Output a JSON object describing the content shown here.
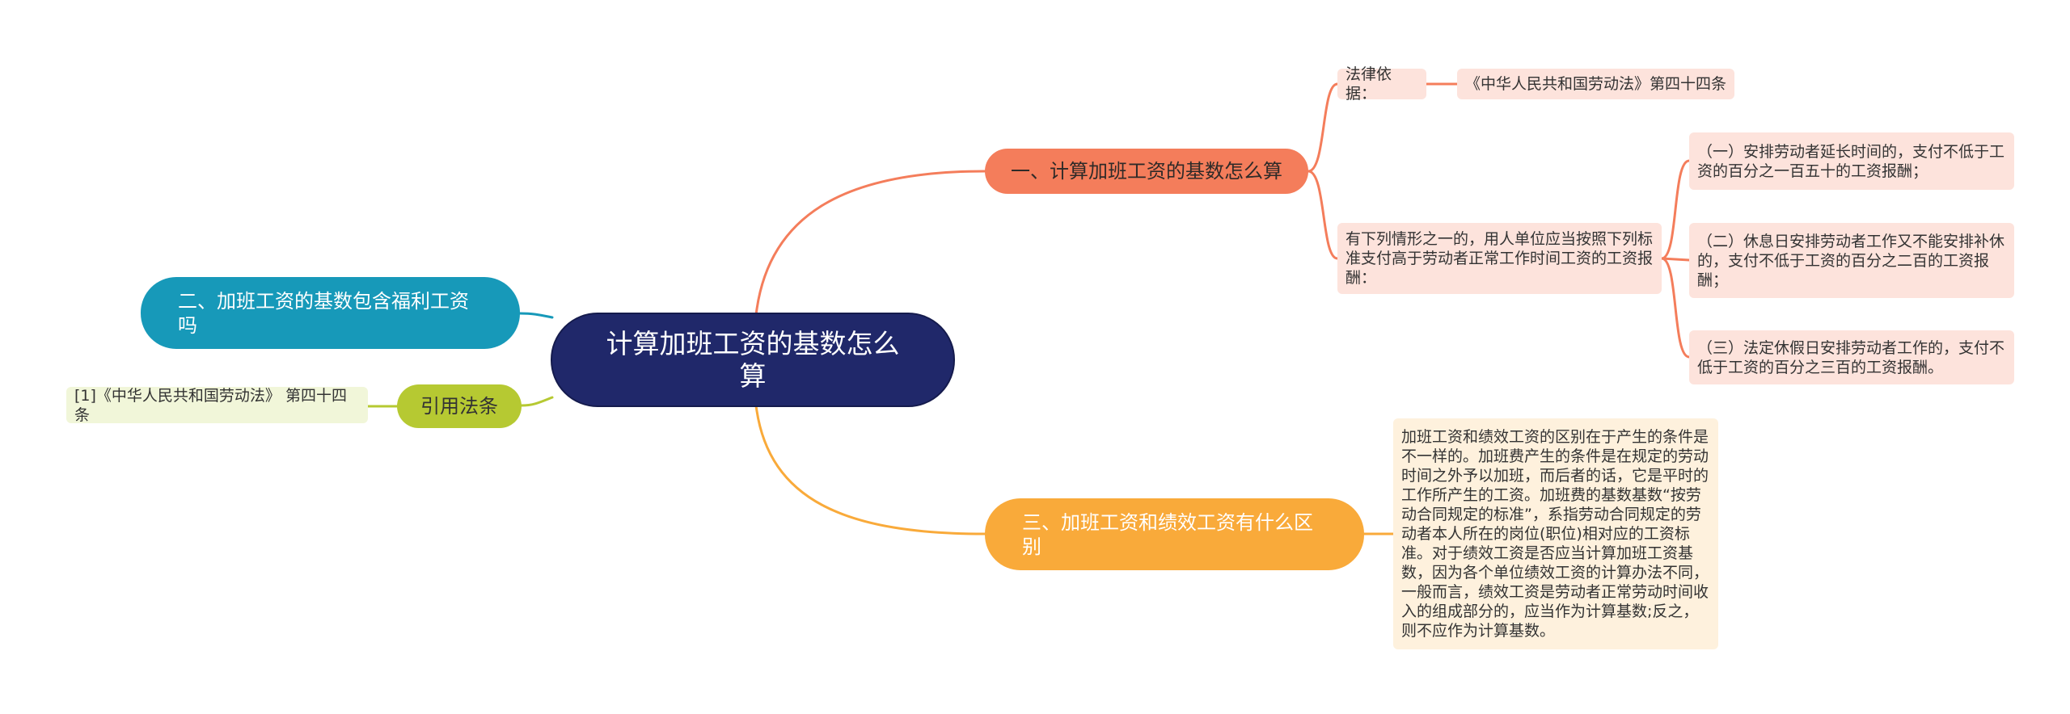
{
  "root": {
    "label": "计算加班工资的基数怎么算"
  },
  "branch1": {
    "label": "一、计算加班工资的基数怎么算",
    "legal_basis_label": "法律依据：",
    "legal_basis_value": "《中华人民共和国劳动法》第四十四条",
    "condition": "有下列情形之一的，用人单位应当按照下列标准支付高于劳动者正常工作时间工资的工资报酬：",
    "items": [
      "（一）安排劳动者延长时间的，支付不低于工资的百分之一百五十的工资报酬；",
      "（二）休息日安排劳动者工作又不能安排补休的，支付不低于工资的百分之二百的工资报酬；",
      "（三）法定休假日安排劳动者工作的，支付不低于工资的百分之三百的工资报酬。"
    ]
  },
  "branch2": {
    "label": "二、加班工资的基数包含福利工资吗"
  },
  "branch3": {
    "label": "引用法条",
    "items": [
      "[1]《中华人民共和国劳动法》 第四十四条"
    ]
  },
  "branch4": {
    "label": "三、加班工资和绩效工资有什么区别",
    "detail": "加班工资和绩效工资的区别在于产生的条件是不一样的。加班费产生的条件是在规定的劳动时间之外予以加班，而后者的话，它是平时的工作所产生的工资。加班费的基数基数“按劳动合同规定的标准”，系指劳动合同规定的劳动者本人所在的岗位(职位)相对应的工资标准。对于绩效工资是否应当计算加班工资基数，因为各个单位绩效工资的计算办法不同，一般而言，绩效工资是劳动者正常劳动时间收入的组成部分的，应当作为计算基数;反之，则不应作为计算基数。"
  },
  "colors": {
    "root_fill": "#20286a",
    "branch1_fill": "#f47d5b",
    "branch1_text": "#2e2a28",
    "branch1_leaf": "#fde3dc",
    "branch2_fill": "#1799b9",
    "branch2_text": "#ffffff",
    "branch3_fill": "#b6c932",
    "branch3_text": "#333333",
    "branch3_leaf": "#f1f6d9",
    "branch4_fill": "#f9aa3a",
    "branch4_text": "#ffffff",
    "branch4_leaf": "#fef1dd"
  }
}
